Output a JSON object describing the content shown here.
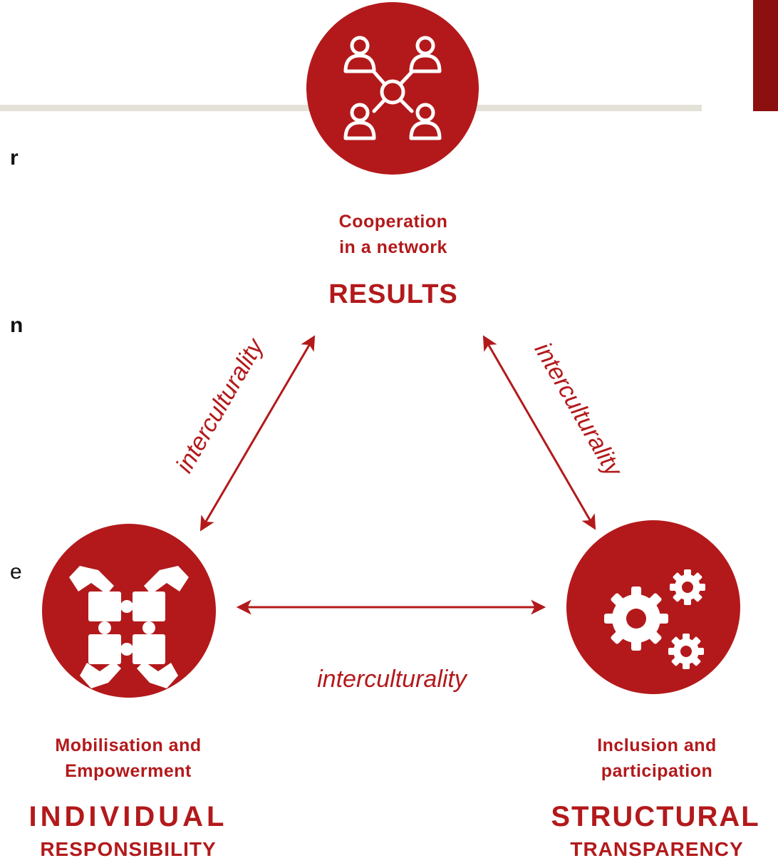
{
  "colors": {
    "accent": "#b3191b",
    "corner_tab": "#8c1010",
    "divider": "#e4e2d8"
  },
  "edge_fragments": {
    "top_left": "r",
    "mid_left": "n",
    "bottom_left": "e"
  },
  "nodes": {
    "top": {
      "icon": "network-people-icon",
      "title_line1": "Cooperation",
      "title_line2": "in a network",
      "subtitle": "RESULTS"
    },
    "left": {
      "icon": "puzzle-hands-icon",
      "title_line1": "Mobilisation and",
      "title_line2": "Empowerment",
      "subtitle_line1": "INDIVIDUAL",
      "subtitle_line2": "RESPONSIBILITY"
    },
    "right": {
      "icon": "gears-icon",
      "title_line1": "Inclusion and",
      "title_line2": "participation",
      "subtitle_line1": "STRUCTURAL",
      "subtitle_line2": "TRANSPARENCY"
    }
  },
  "edges": {
    "left_edge_label": "interculturality",
    "right_edge_label": "interculturality",
    "bottom_edge_label": "interculturality"
  }
}
